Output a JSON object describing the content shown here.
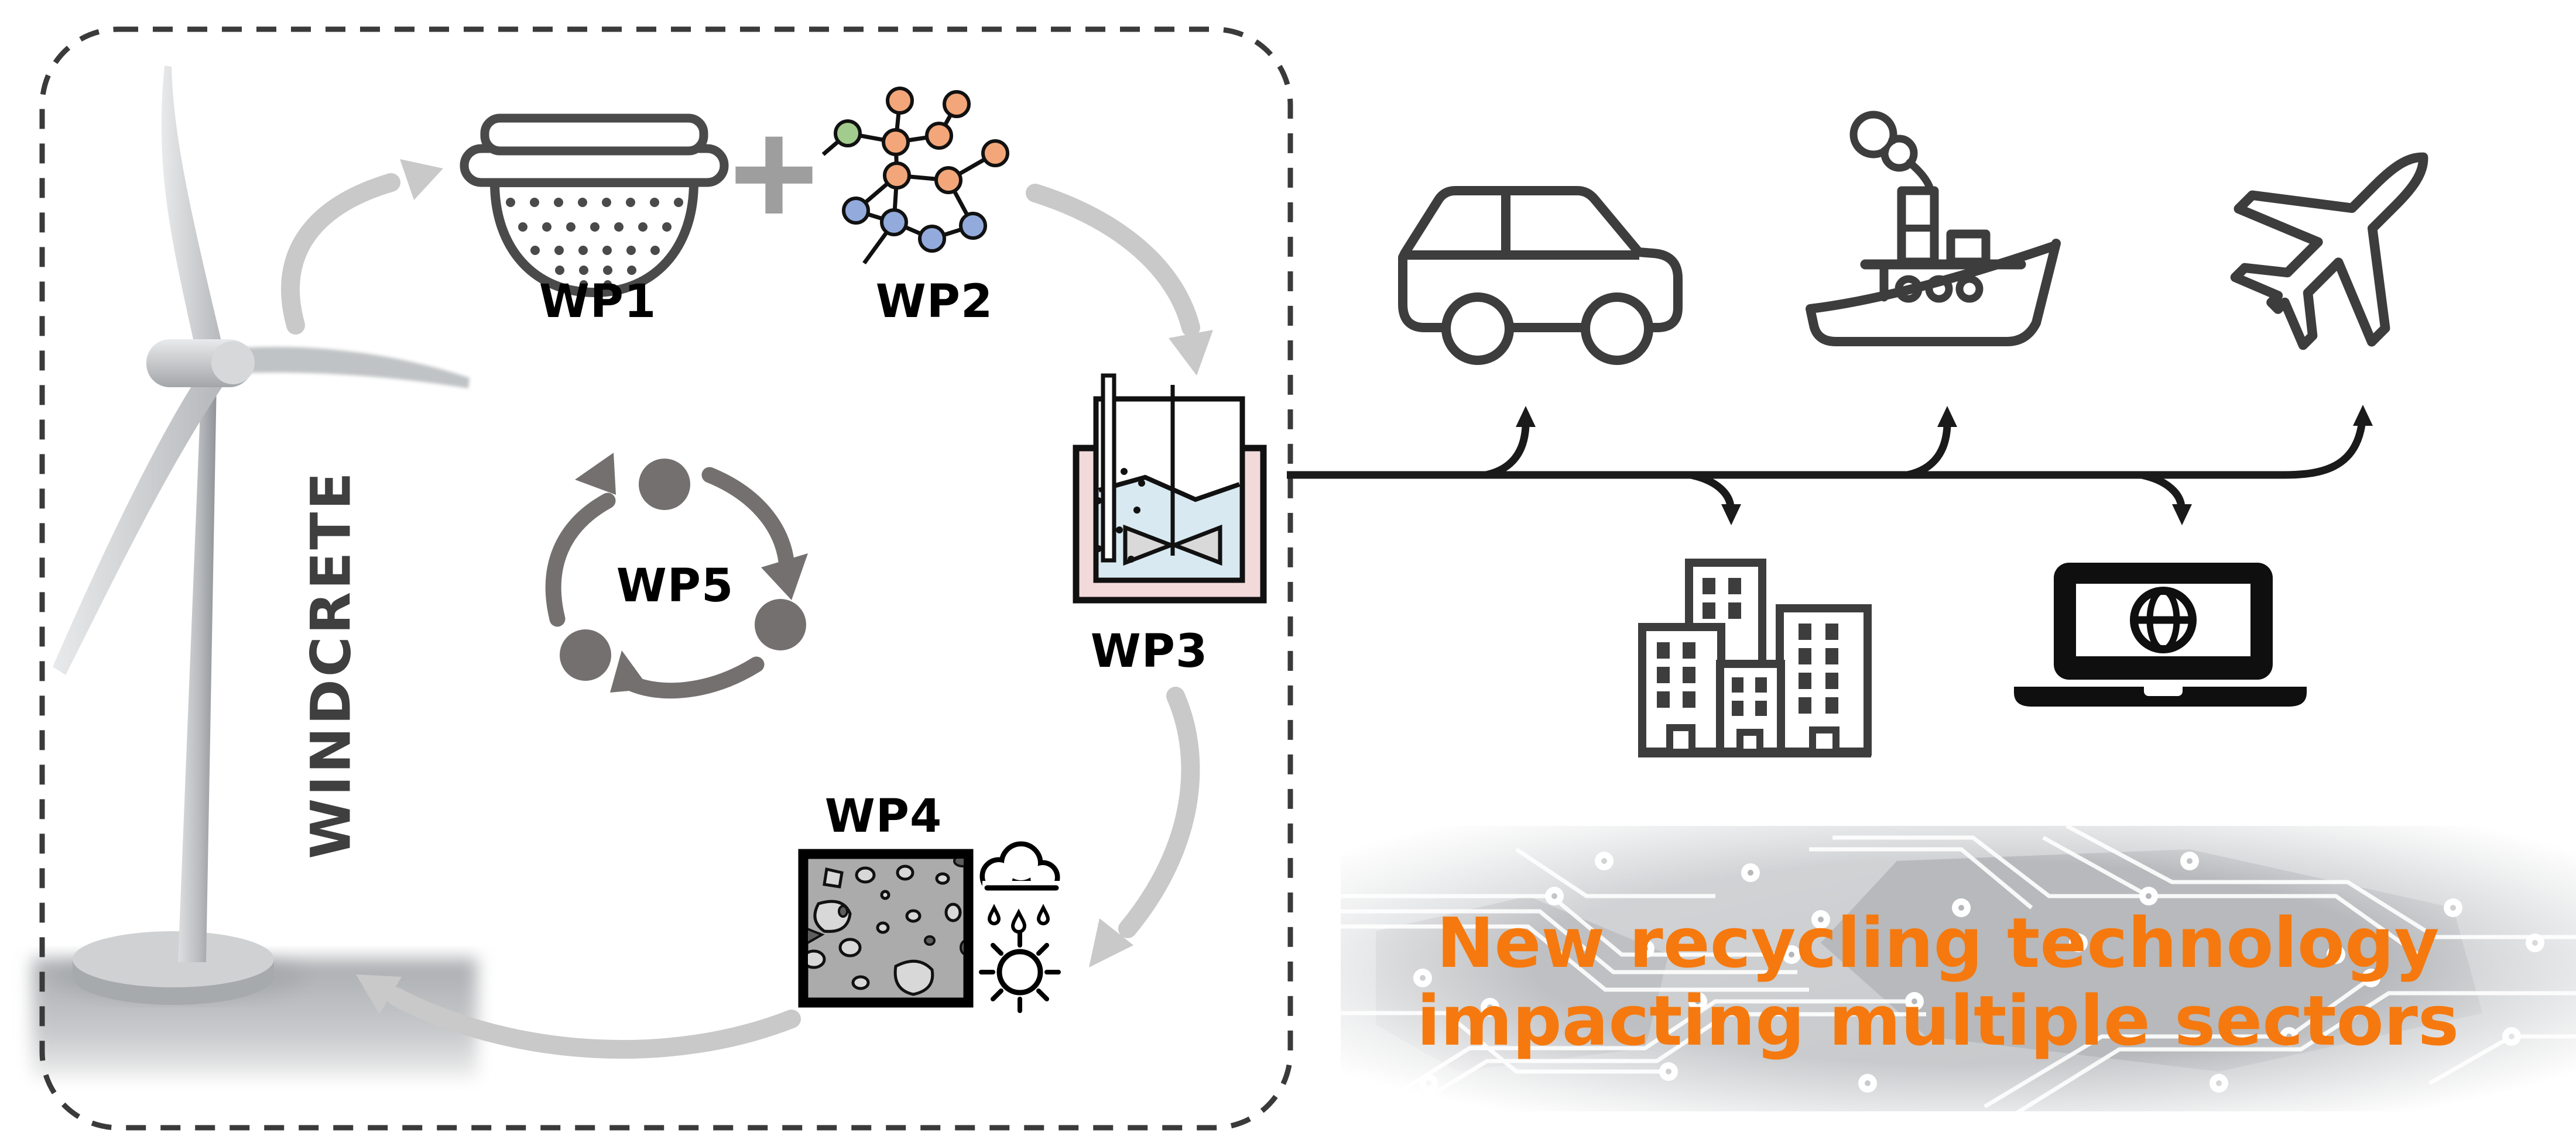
{
  "panel": {
    "project_name": "WINDCRETE",
    "plus_sign": "+",
    "work_packages": [
      {
        "id": "wp1",
        "label": "WP1",
        "icon": "colander-sieve-icon"
      },
      {
        "id": "wp2",
        "label": "WP2",
        "icon": "polymer-molecule-icon"
      },
      {
        "id": "wp3",
        "label": "WP3",
        "icon": "stirred-tank-reactor-icon"
      },
      {
        "id": "wp4",
        "label": "WP4",
        "icon": "concrete-weathering-icon"
      },
      {
        "id": "wp5",
        "label": "WP5",
        "icon": "circular-recycle-loop-icon"
      }
    ]
  },
  "sectors": {
    "items": [
      {
        "name": "automotive",
        "icon": "car-icon"
      },
      {
        "name": "maritime",
        "icon": "ship-icon"
      },
      {
        "name": "aviation",
        "icon": "airplane-icon"
      },
      {
        "name": "construction",
        "icon": "buildings-icon"
      },
      {
        "name": "digital",
        "icon": "laptop-globe-icon"
      }
    ]
  },
  "headline": {
    "line1": "New recycling technology",
    "line2": "impacting multiple sectors",
    "color": "#F5790E"
  },
  "colors": {
    "accent_orange": "#F5790E",
    "icon_dark": "#3d3d3d",
    "arrow_light": "#C9C9C9",
    "wp5_gray": "#757070",
    "molecule_orange": "#F2A679",
    "molecule_blue": "#92ABDC",
    "molecule_green": "#A2CC8E",
    "reactor_pink": "#F2DADB",
    "reactor_liquid": "#D8E9F1",
    "concrete_gray": "#ABABAB"
  }
}
